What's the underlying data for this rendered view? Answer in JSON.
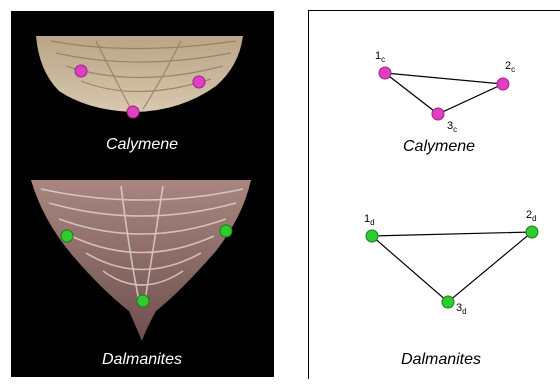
{
  "left_panel": {
    "caption_top": "Calymene",
    "caption_bottom": "Dalmanites"
  },
  "right_panel": {
    "caption_top": "Calymene",
    "caption_bottom": "Dalmanites",
    "calymene_points": [
      {
        "num": "1",
        "sub": "c"
      },
      {
        "num": "2",
        "sub": "c"
      },
      {
        "num": "3",
        "sub": "c"
      }
    ],
    "dalmanites_points": [
      {
        "num": "1",
        "sub": "d"
      },
      {
        "num": "2",
        "sub": "d"
      },
      {
        "num": "3",
        "sub": "d"
      }
    ]
  },
  "colors": {
    "calymene_marker": "#e040c0",
    "dalmanites_marker": "#2ecc2e",
    "fossil_top": "#c9b79c",
    "fossil_bottom": "#8a6a66"
  }
}
